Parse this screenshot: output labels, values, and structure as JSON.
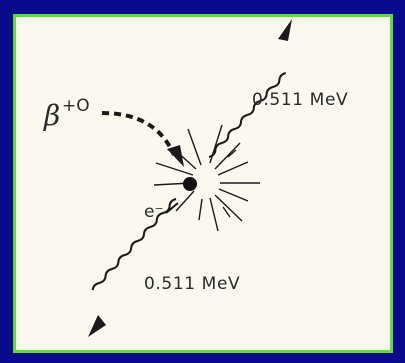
{
  "diagram": {
    "positron_label": {
      "symbol": "β",
      "superscript": "+O"
    },
    "electron_label": "e⁻",
    "photon_upper_label": "0.511 MeV",
    "photon_lower_label": "0.511 MeV"
  },
  "colors": {
    "outer_background": "#0a0a8c",
    "frame_border": "#5edc3a",
    "card_background": "#fbf8ef",
    "ink": "#1a1a1a"
  }
}
